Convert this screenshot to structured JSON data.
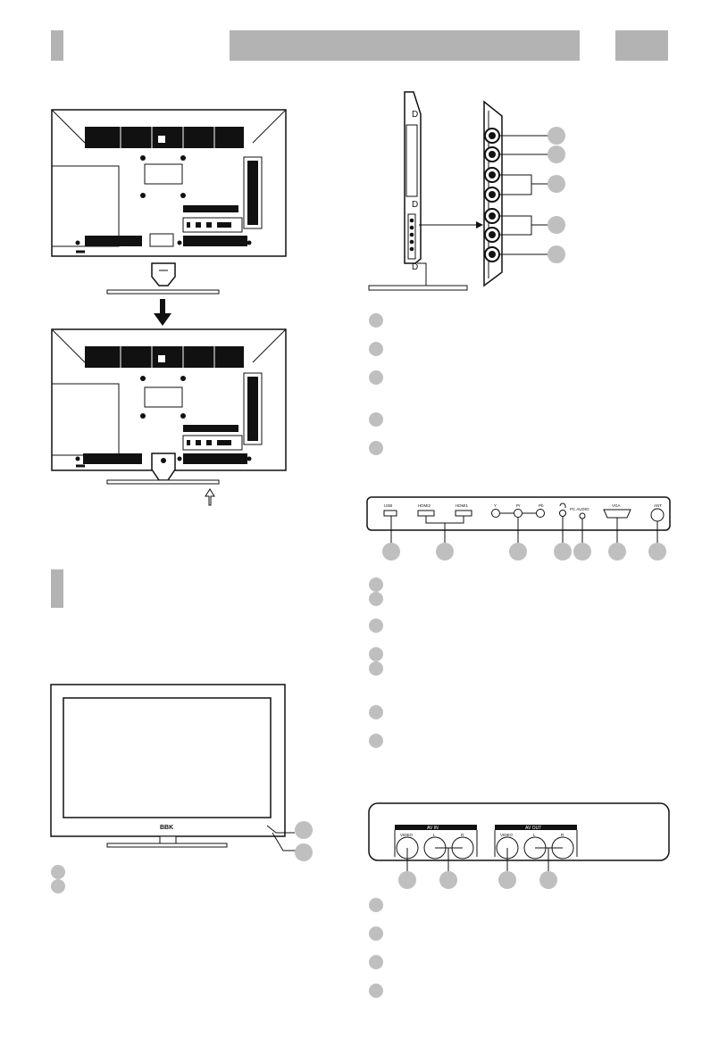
{
  "page": {
    "header": {
      "bars": 3
    },
    "back_panel": {
      "labels": [
        "USB",
        "HDMI2",
        "HDMI1",
        "Y",
        "Pr",
        "Pb",
        "PC AUDIO",
        "VGA",
        "ANT"
      ]
    },
    "av_panel": {
      "av_in_title": "AV IN",
      "av_out_title": "AV OUT",
      "labels": [
        "VIDEO",
        "L",
        "R",
        "VIDEO",
        "L",
        "R"
      ]
    },
    "tv_front": {
      "logo": "BBK"
    }
  }
}
